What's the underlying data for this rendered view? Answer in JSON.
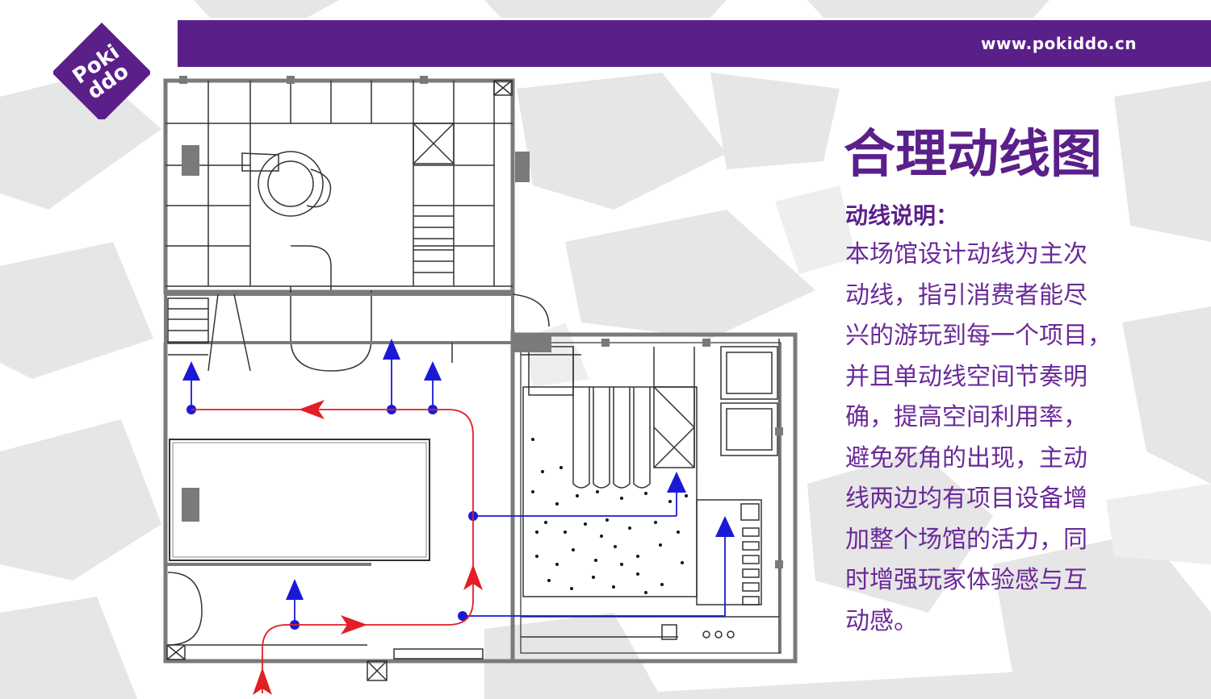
{
  "header": {
    "url": "www.pokiddo.cn",
    "logo_text": "Poki ddo",
    "brand_color": "#5b1f8a"
  },
  "content": {
    "title": "合理动线图",
    "subtitle": "动线说明：",
    "description": "本场馆设计动线为主次\n动线，指引消费者能尽\n兴的游玩到每一个项目，\n并且单动线空间节奏明\n确，提高空间利用率，\n避免死角的出现，主动\n线两边均有项目设备增\n加整个场馆的活力，同\n时增强玩家体验感与互\n动感。"
  },
  "diagram": {
    "main_flow_color": "#e31e24",
    "secondary_flow_color": "#1a1ad6",
    "wall_color": "#7a7a7a"
  }
}
